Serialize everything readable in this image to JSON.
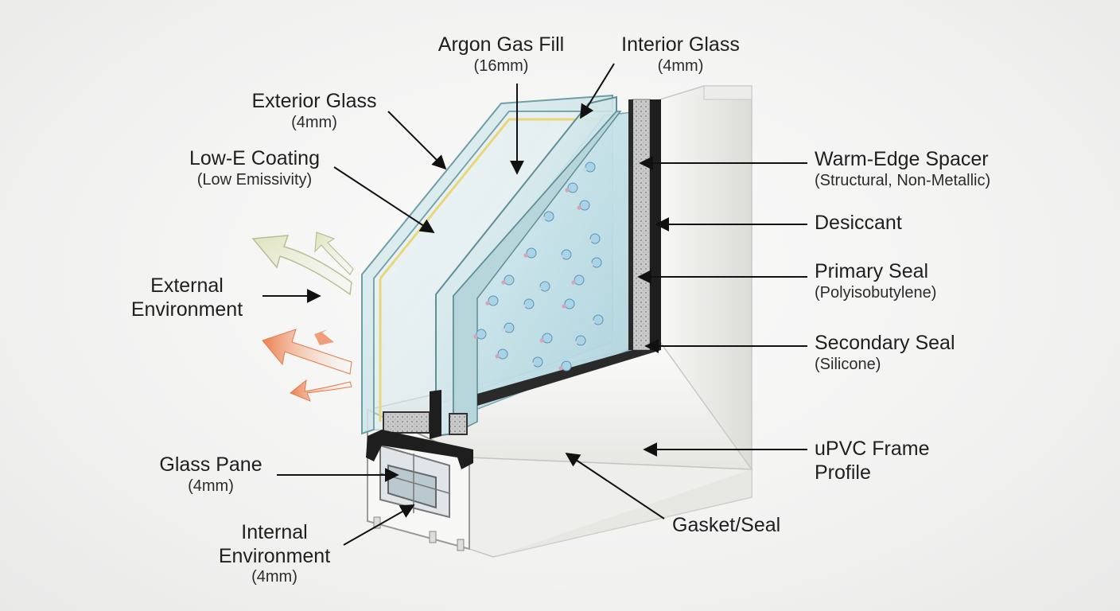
{
  "labels": {
    "argon": {
      "title": "Argon Gas Fill",
      "sub": "(16mm)"
    },
    "interior_glass": {
      "title": "Interior Glass",
      "sub": "(4mm)"
    },
    "exterior_glass": {
      "title": "Exterior Glass",
      "sub": "(4mm)"
    },
    "low_e": {
      "title": "Low-E Coating",
      "sub": "(Low Emissivity)"
    },
    "external_env": {
      "title": "External",
      "title2": "Environment"
    },
    "glass_pane": {
      "title": "Glass Pane",
      "sub": "(4mm)"
    },
    "internal_env": {
      "title": "Internal",
      "title2": "Environment",
      "sub": "(4mm)"
    },
    "warm_edge": {
      "title": "Warm-Edge Spacer",
      "sub": "(Structural, Non-Metallic)"
    },
    "desiccant": {
      "title": "Desiccant"
    },
    "primary_seal": {
      "title": "Primary Seal",
      "sub": "(Polyisobutylene)"
    },
    "secondary_seal": {
      "title": "Secondary Seal",
      "sub": "(Silicone)"
    },
    "upvc": {
      "title": "uPVC Frame",
      "title2": "Profile"
    },
    "gasket": {
      "title": "Gasket/Seal"
    }
  },
  "colors": {
    "glass": "#cfe6ea",
    "glass_edge": "#6f9ea6",
    "low_e": "#e8d77a",
    "frame": "#f4f4f2",
    "frame_shadow": "#d9d9d6",
    "seal": "#1e1e1e",
    "desiccant": "#9a9a9a",
    "warm_arrow": "#ee8a5a",
    "cool_arrow": "#e9ecc8",
    "leader": "#111111"
  },
  "icons": [
    "heat-arrow-icon",
    "argon-molecule-icon"
  ]
}
